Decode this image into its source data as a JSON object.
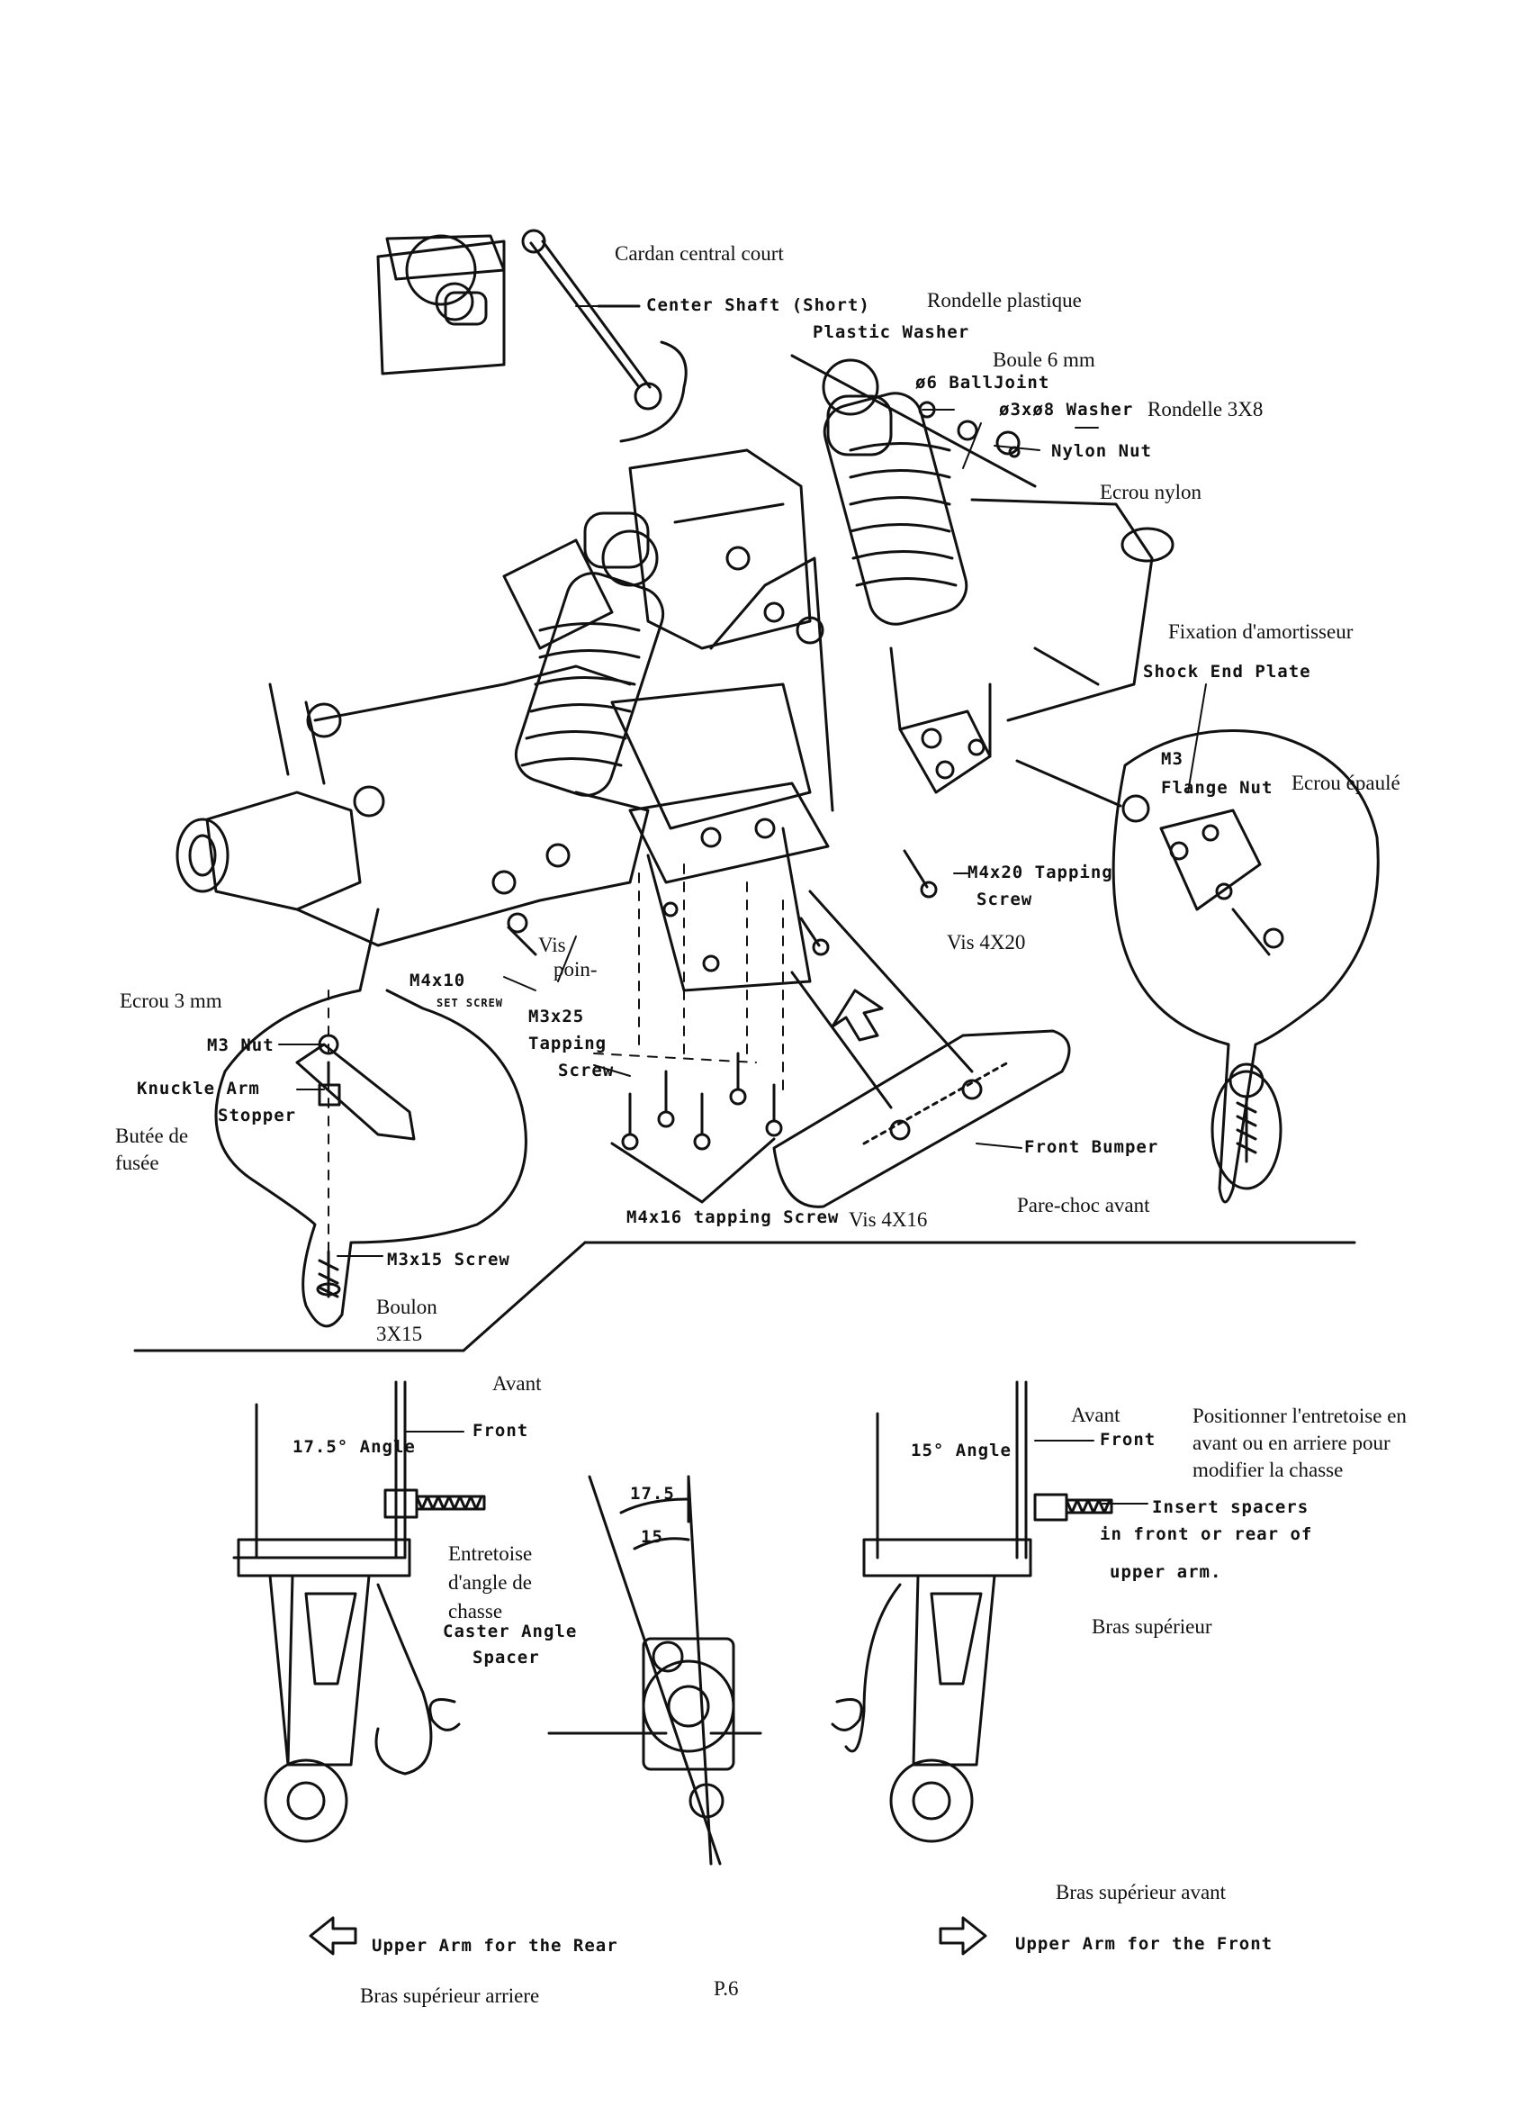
{
  "page_number": "P.6",
  "top_diagram": {
    "cardan_fr": "Cardan central court",
    "center_shaft": "Center Shaft (Short)",
    "rondelle_plastique": "Rondelle plastique",
    "plastic_washer": "Plastic Washer",
    "boule": "Boule 6 mm",
    "balljoint": "ø6 BallJoint",
    "washer_3x8": "ø3xø8 Washer",
    "rondelle_3x8": "Rondelle 3X8",
    "nylon_nut": "Nylon Nut",
    "ecrou_nylon": "Ecrou nylon",
    "fixation": "Fixation d'amortisseur",
    "shock_end_plate": "Shock End Plate",
    "m3": "M3",
    "flange_nut": "Flange Nut",
    "ecrou_epaule": "Ecrou épaulé",
    "m4x20": "M4x20 Tapping",
    "m4x20_screw": "Screw",
    "vis_4x20": "Vis 4X20",
    "ecrou_3mm": "Ecrou 3 mm",
    "m3_nut": "M3 Nut",
    "knuckle_arm": "Knuckle Arm",
    "stopper": "Stopper",
    "butee_1": "Butée de",
    "butee_2": "fusée",
    "m4x10": "M4x10",
    "set_screw": "SET SCREW",
    "vis_poin_1": "Vis",
    "vis_poin_2": "poin-",
    "m3x25": "M3x25",
    "tapping": "Tapping",
    "screw": "Screw",
    "front_bumper": "Front Bumper",
    "pare_choc": "Pare-choc avant",
    "m4x16": "M4x16 tapping Screw",
    "vis_4x16": "Vis 4X16",
    "m3x15": "M3x15 Screw",
    "boulon_1": "Boulon",
    "boulon_2": "3X15"
  },
  "bottom_diagram": {
    "avant_left": "Avant",
    "front_left": "Front",
    "angle_left": "17.5° Angle",
    "entretoise": "Entretoise d'angle de chasse",
    "caster_1": "Caster Angle",
    "caster_2": "Spacer",
    "angle_17_5": "17.5",
    "angle_15": "15",
    "avant_right": "Avant",
    "front_right": "Front",
    "angle_right": "15° Angle",
    "positionner": "Positionner l'entretoise en avant ou en arriere pour modifier la chasse",
    "insert_1": "Insert spacers",
    "insert_2": "in front or  rear of",
    "insert_3": "upper arm.",
    "bras_superieur": "Bras supérieur",
    "bras_superieur_avant": "Bras supérieur avant",
    "upper_arm_rear": "Upper Arm for the Rear",
    "upper_arm_front": "Upper Arm for the Front",
    "bras_arriere": "Bras supérieur arriere"
  }
}
